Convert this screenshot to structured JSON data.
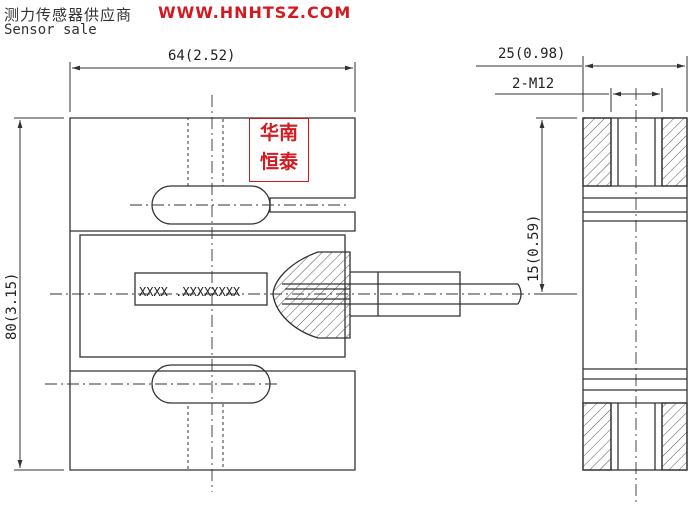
{
  "header": {
    "company_cn": "测力传感器供应商",
    "website": "WWW.HNHTSZ.COM",
    "subtitle_en": "Sensor sale"
  },
  "stamp": {
    "line1": "华南",
    "line2": "恒泰"
  },
  "dimensions": {
    "width": "64(2.52)",
    "height": "80(3.15)",
    "depth": "25(0.98)",
    "thread": "2-M12",
    "center_offset": "15(0.59)"
  },
  "label_plate": "XXXX .XXXXXXXX",
  "colors": {
    "brand_red": "#d4191f",
    "line": "#333333"
  }
}
